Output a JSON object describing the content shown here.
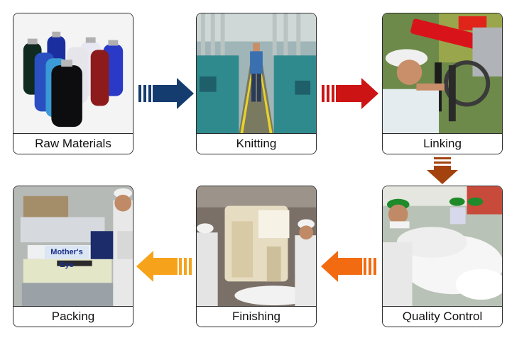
{
  "steps": [
    {
      "label": "Raw Materials"
    },
    {
      "label": "Knitting"
    },
    {
      "label": "Linking"
    },
    {
      "label": "Quality Control"
    },
    {
      "label": "Finishing"
    },
    {
      "label": "Packing"
    }
  ],
  "machine_sign": "Mother's Eye",
  "colors": {
    "arrow_raw_to_knitting": "#143c6e",
    "arrow_knitting_to_linking": "#cc1414",
    "arrow_linking_to_qc": "#a3420c",
    "arrow_qc_to_finishing": "#f26b10",
    "arrow_finishing_to_packing": "#f7a21b",
    "card_border": "#2b2b2b"
  }
}
